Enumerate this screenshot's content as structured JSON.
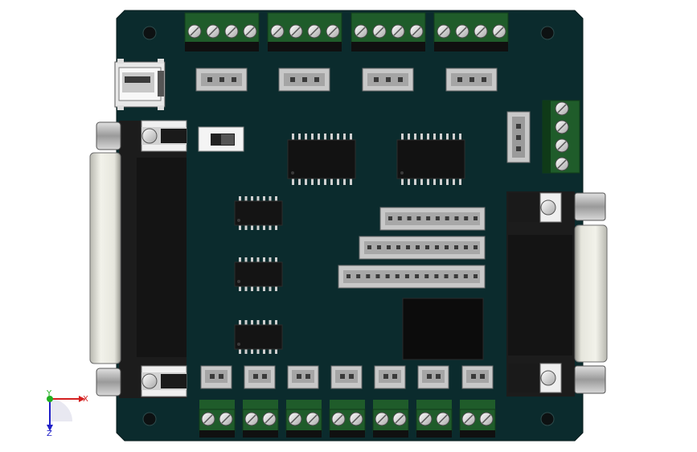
{
  "viewport": {
    "background": "#ffffff"
  },
  "board": {
    "pcb_color": "#0b2b2d",
    "edge_color": "#0a1f20"
  },
  "components": {
    "top_terminal_blocks": {
      "count": 4,
      "poles_each": 4,
      "color": "#1f5c2a"
    },
    "bottom_terminal_blocks": {
      "count": 7,
      "poles_each": 2,
      "color": "#1f5c2a"
    },
    "right_terminal_block": {
      "poles": 4,
      "color": "#1f5c2a"
    },
    "top_headers": {
      "count": 4,
      "pins_each": 3
    },
    "bottom_headers": {
      "count": 7,
      "pins_each": 2
    },
    "ribbon_headers": {
      "count": 3
    },
    "soic_chips": {
      "count": 2
    },
    "dip_chips": {
      "count": 3
    },
    "usb_connector": "usb-mini",
    "db25_connectors": {
      "count": 2
    },
    "slide_switch": {
      "count": 1
    },
    "large_ic": {
      "count": 1
    }
  },
  "triad": {
    "x_label": "X",
    "y_label": "Y",
    "z_label": "Z",
    "x_color": "#d42020",
    "y_color": "#20b020",
    "z_color": "#2020c8"
  }
}
